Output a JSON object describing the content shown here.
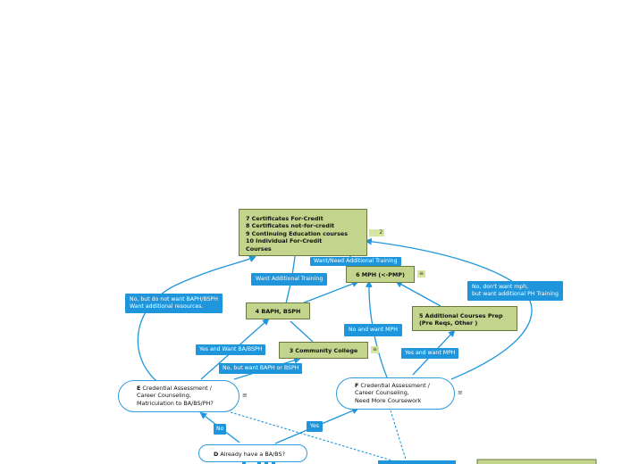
{
  "nodes": {
    "n7_10": {
      "lines": [
        "7  Certificates For-Credit",
        "8  Certificates not-for-credit",
        "9  Continuing Education courses",
        "10 Individual For-Credit",
        "Courses"
      ],
      "badge": "❔ 2"
    },
    "n6": {
      "text": "6 MPH (<-PMP)"
    },
    "n4": {
      "text": "4 BAPH, BSPH"
    },
    "n5": {
      "lines": [
        "5 Additional Courses Prep",
        "(Pre Reqs, Other )"
      ]
    },
    "n3": {
      "text": "3 Community College"
    },
    "nE": {
      "key": "E",
      "lines": [
        " Credential Assessment /",
        "Career Counseling,",
        "Matriculation to BA/BS/PH?"
      ]
    },
    "nF": {
      "key": "F",
      "lines": [
        " Credential Assessment /",
        "Career Counseling,",
        "Need More Coursework"
      ]
    },
    "nD": {
      "key": "D",
      "text": " Already have a BA/BS?"
    }
  },
  "edge_labels": {
    "want_need": "Want/Need Additional Training",
    "want_additional": "Want Additional Training",
    "no_but_no_baph": [
      "No, but do not want BAPH/BSPH",
      "Want additional resources."
    ],
    "no_dont_want_mph": [
      "No, don't want mph,",
      "but want additional PH Training"
    ],
    "no_and_want_mph": "No and want MPH",
    "yes_and_want_mph": "Yes and want MPH",
    "yes_and_want_baph": "Yes and Want BA/BSPH",
    "no_but_want_baph": "No, but want BAPH or BSPH",
    "no": "No",
    "yes": "Yes"
  },
  "menu_glyph": "≡",
  "colors": {
    "node_fill": "#c3d48c",
    "node_border": "#6b7a3c",
    "connector": "#1f96dc",
    "label_fill": "#1f96dc",
    "oval_border": "#2d9cdb"
  }
}
